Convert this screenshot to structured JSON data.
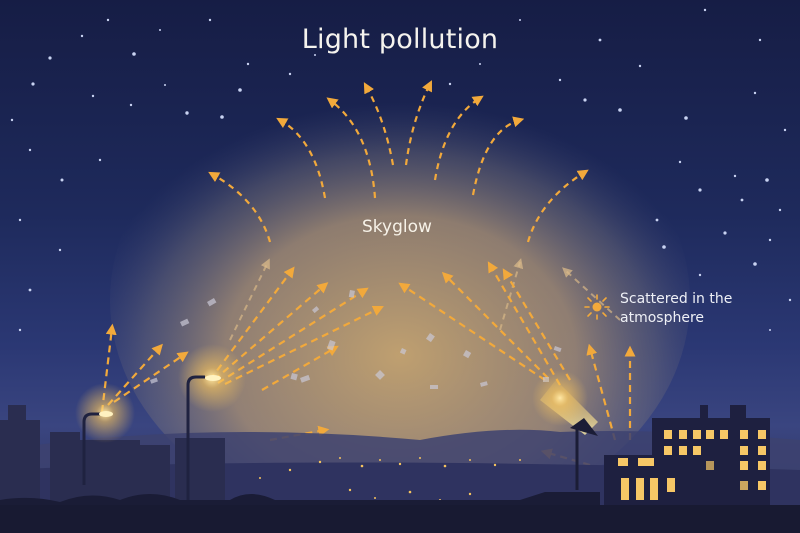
{
  "title": "Light pollution",
  "labels": {
    "skyglow": "Skyglow",
    "scattered": "Scattered in the atmosphere"
  },
  "colors": {
    "sky_top": "#161d45",
    "sky_mid": "#2b3874",
    "glow": "#c9a46a",
    "arrow": "#f2a93b",
    "window": "#f6c766",
    "silhouette": "#1b1d36",
    "text": "#f5f3ee"
  },
  "elements": {
    "light_sources": [
      "street-lamp-left",
      "street-lamp-center",
      "floodlight",
      "building-windows"
    ],
    "icons": [
      "sun-scatter-icon"
    ]
  }
}
